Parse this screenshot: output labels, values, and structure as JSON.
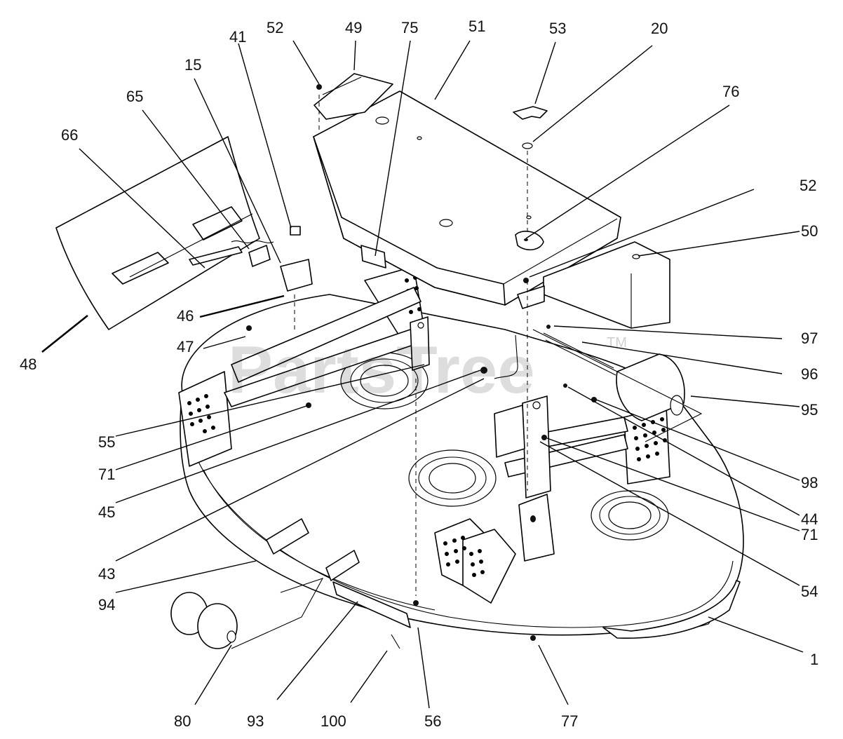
{
  "watermark": {
    "text": "PartsTree",
    "tm": "TM"
  },
  "callouts": [
    {
      "label": "52"
    },
    {
      "label": "49"
    },
    {
      "label": "75"
    },
    {
      "label": "51"
    },
    {
      "label": "53"
    },
    {
      "label": "20"
    },
    {
      "label": "41"
    },
    {
      "label": "15"
    },
    {
      "label": "65"
    },
    {
      "label": "76"
    },
    {
      "label": "66"
    },
    {
      "label": "52"
    },
    {
      "label": "50"
    },
    {
      "label": "46"
    },
    {
      "label": "47"
    },
    {
      "label": "48"
    },
    {
      "label": "97"
    },
    {
      "label": "96"
    },
    {
      "label": "95"
    },
    {
      "label": "55"
    },
    {
      "label": "71"
    },
    {
      "label": "98"
    },
    {
      "label": "45"
    },
    {
      "label": "44"
    },
    {
      "label": "43"
    },
    {
      "label": "71"
    },
    {
      "label": "94"
    },
    {
      "label": "54"
    },
    {
      "label": "1"
    },
    {
      "label": "80"
    },
    {
      "label": "93"
    },
    {
      "label": "100"
    },
    {
      "label": "56"
    },
    {
      "label": "77"
    }
  ]
}
